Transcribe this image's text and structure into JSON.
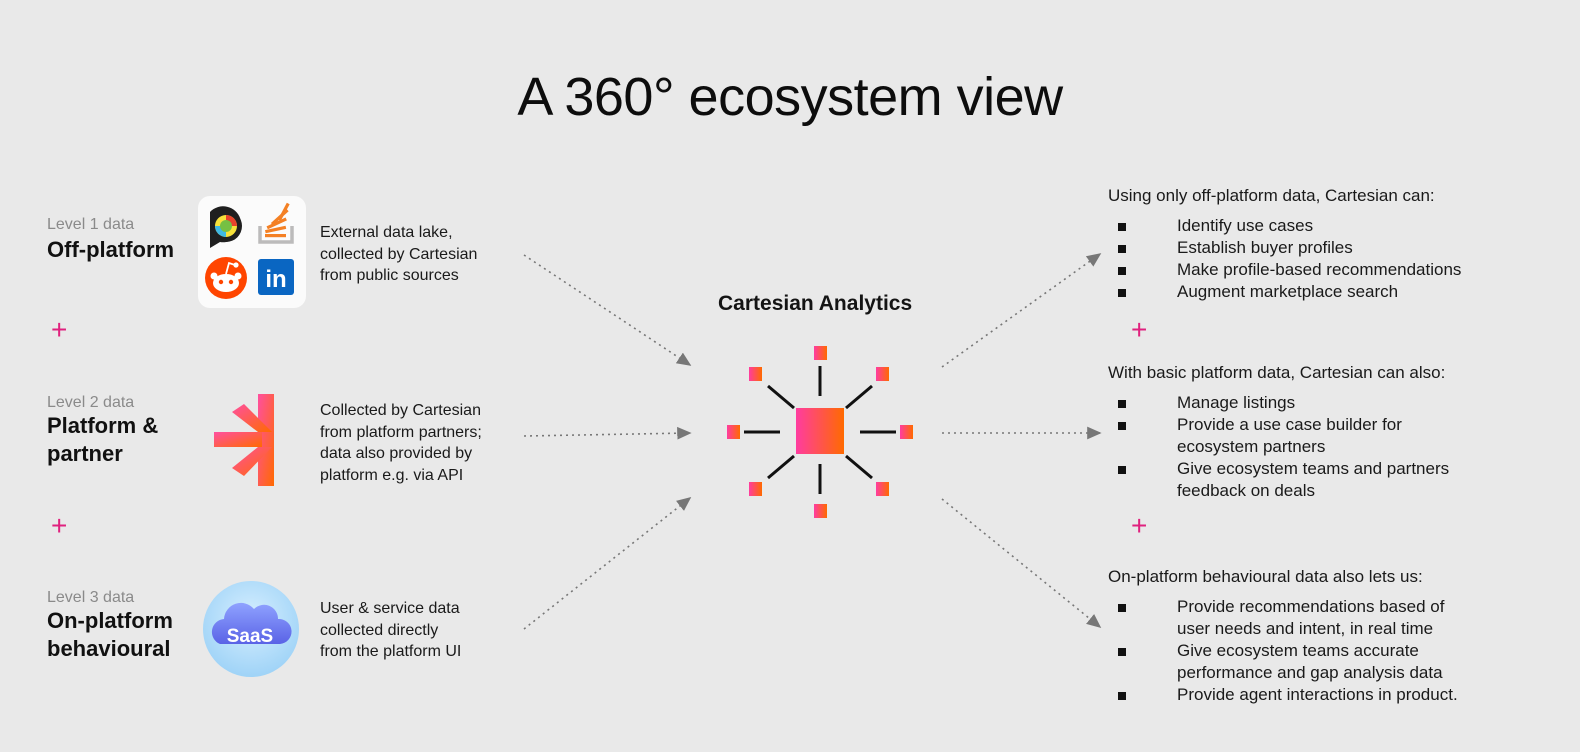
{
  "title": "A 360° ecosystem view",
  "levels": [
    {
      "level": "Level 1 data",
      "name_lines": [
        "Off-platform"
      ],
      "icons": [
        "comment-bubble-icon",
        "stack-overflow-icon",
        "reddit-icon",
        "linkedin-icon"
      ],
      "linkedin_text": "in",
      "description": [
        "External data lake,",
        "collected by Cartesian",
        "from public sources"
      ]
    },
    {
      "level": "Level 2 data",
      "name_lines": [
        "Platform &",
        "partner"
      ],
      "icons": [
        "platform-logo-icon"
      ],
      "description": [
        "Collected by Cartesian",
        "from platform partners;",
        "data also provided by",
        "platform e.g. via API"
      ]
    },
    {
      "level": "Level 3 data",
      "name_lines": [
        "On-platform",
        "behavioural"
      ],
      "icons": [
        "saas-cloud-icon"
      ],
      "saas_text": "SaaS",
      "description": [
        "User & service data",
        "collected directly",
        "from the platform UI"
      ]
    }
  ],
  "plus_symbol": "+",
  "center": {
    "label": "Cartesian Analytics",
    "icon": "hub-network-icon"
  },
  "outcomes": [
    {
      "heading": "Using only off-platform data, Cartesian can:",
      "items": [
        [
          "Identify use cases"
        ],
        [
          "Establish buyer profiles"
        ],
        [
          "Make profile-based recommendations"
        ],
        [
          "Augment marketplace search"
        ]
      ]
    },
    {
      "heading": "With basic platform data, Cartesian can also:",
      "items": [
        [
          "Manage listings"
        ],
        [
          "Provide a use case builder for",
          "ecosystem partners"
        ],
        [
          "Give ecosystem teams and partners",
          "feedback on deals"
        ]
      ]
    },
    {
      "heading": "On-platform behavioural data also lets us:",
      "items": [
        [
          "Provide recommendations based of",
          "user needs and intent, in real time"
        ],
        [
          "Give ecosystem teams accurate",
          "performance and gap analysis data"
        ],
        [
          "Provide agent interactions in product."
        ]
      ]
    }
  ],
  "colors": {
    "background": "#e9e9e9",
    "accent_pink": "#e0217e",
    "gradient_start": "#ff4fa0",
    "gradient_end": "#ff6a00",
    "arrow": "#777777"
  }
}
